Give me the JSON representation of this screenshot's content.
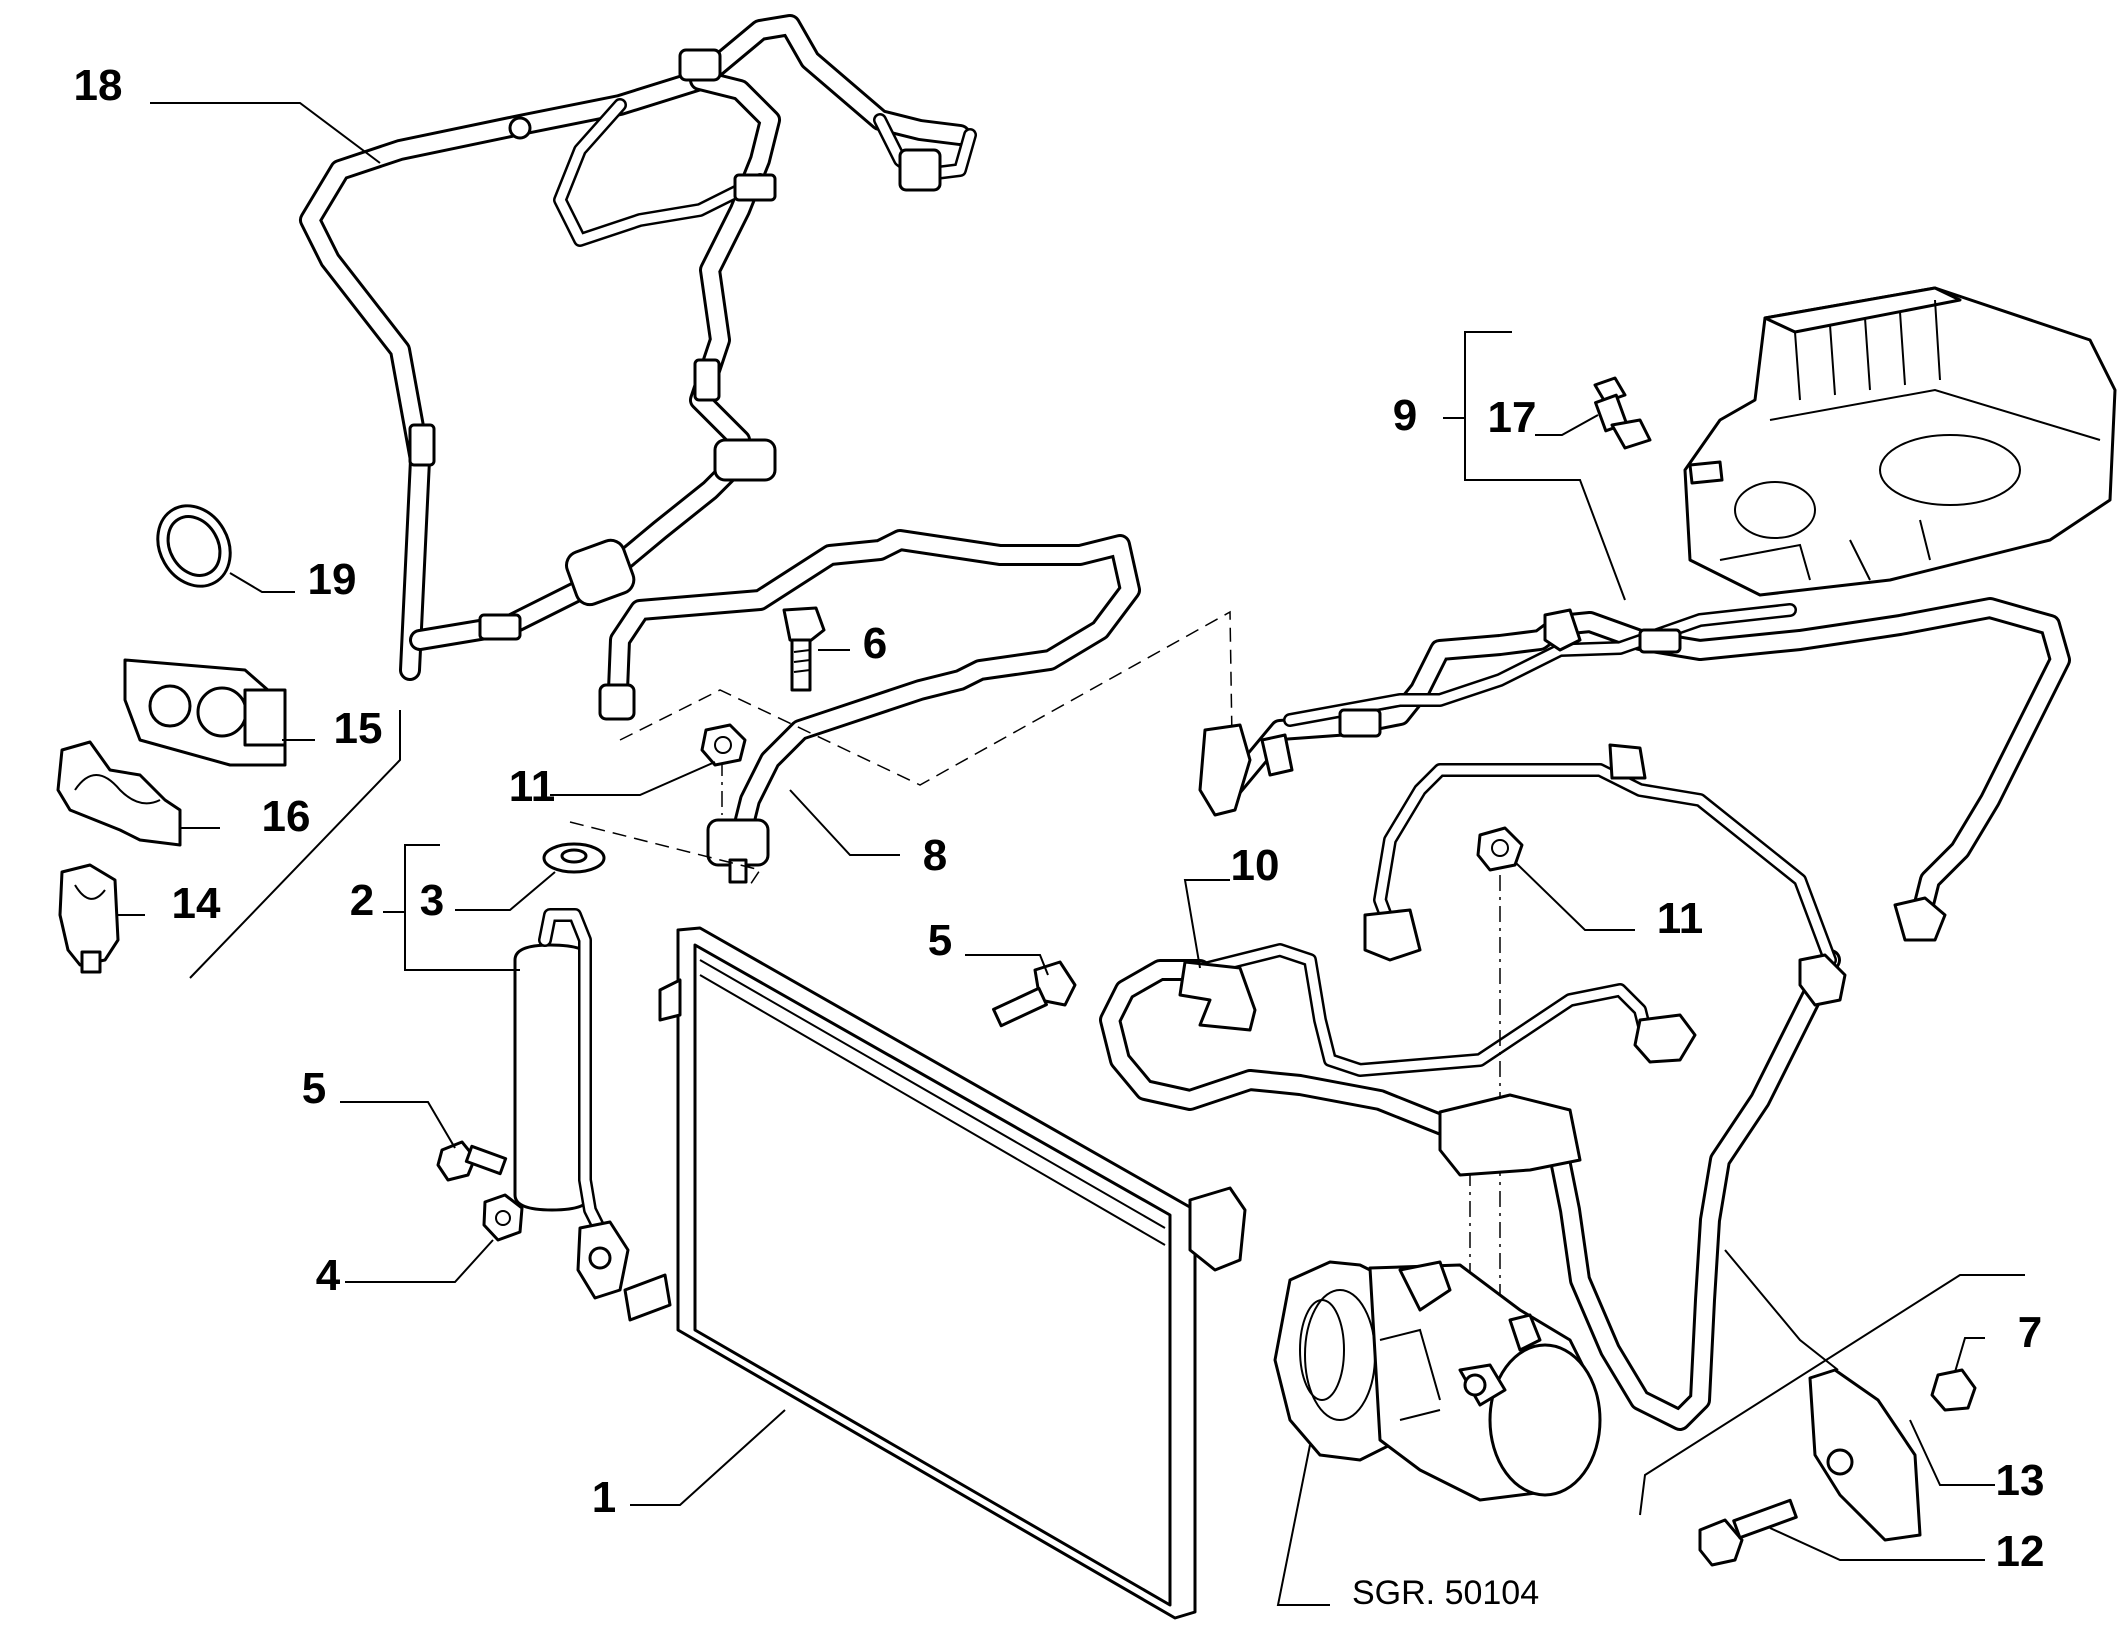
{
  "callouts": {
    "c1": "1",
    "c2": "2",
    "c3": "3",
    "c4": "4",
    "c5a": "5",
    "c5b": "5",
    "c6": "6",
    "c7": "7",
    "c8": "8",
    "c9": "9",
    "c10": "10",
    "c11a": "11",
    "c11b": "11",
    "c12": "12",
    "c13": "13",
    "c14": "14",
    "c15": "15",
    "c16": "16",
    "c17": "17",
    "c18": "18",
    "c19": "19"
  },
  "reference": "SGR. 50104"
}
